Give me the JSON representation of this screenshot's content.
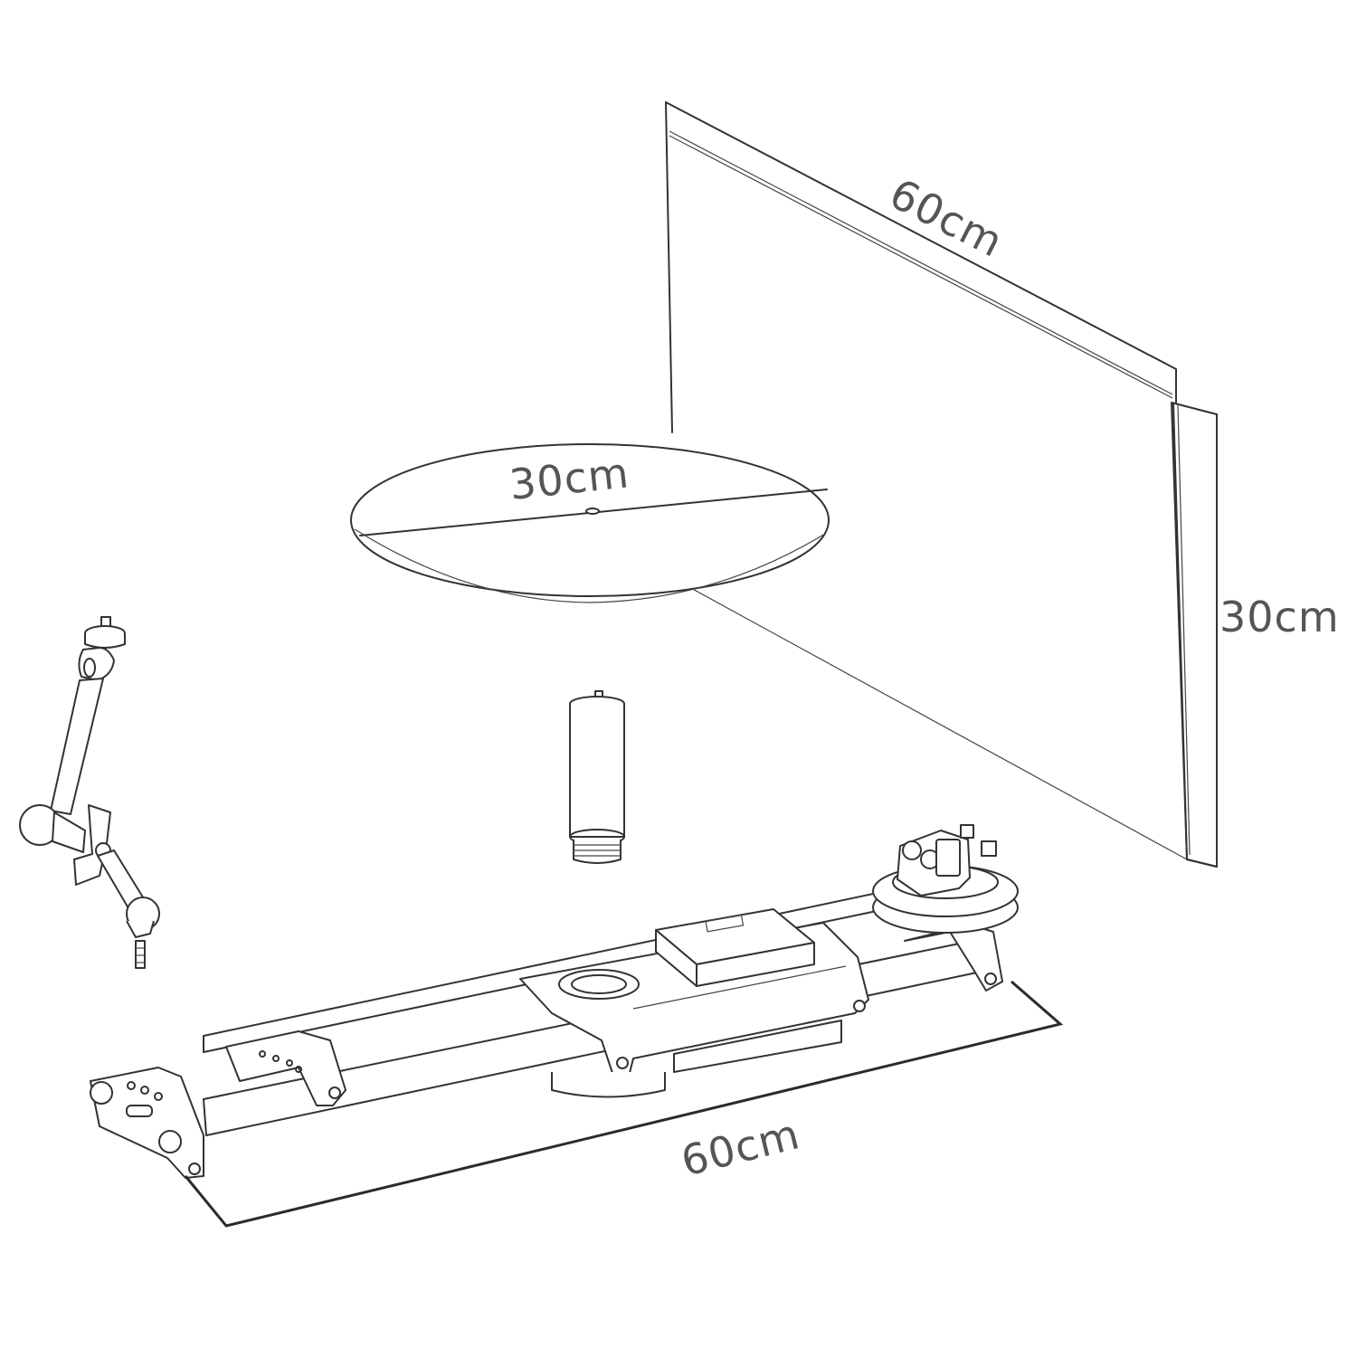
{
  "labels": {
    "backdrop_width": "60cm",
    "backdrop_height": "30cm",
    "turntable_diameter": "30cm",
    "slider_length": "60cm"
  }
}
